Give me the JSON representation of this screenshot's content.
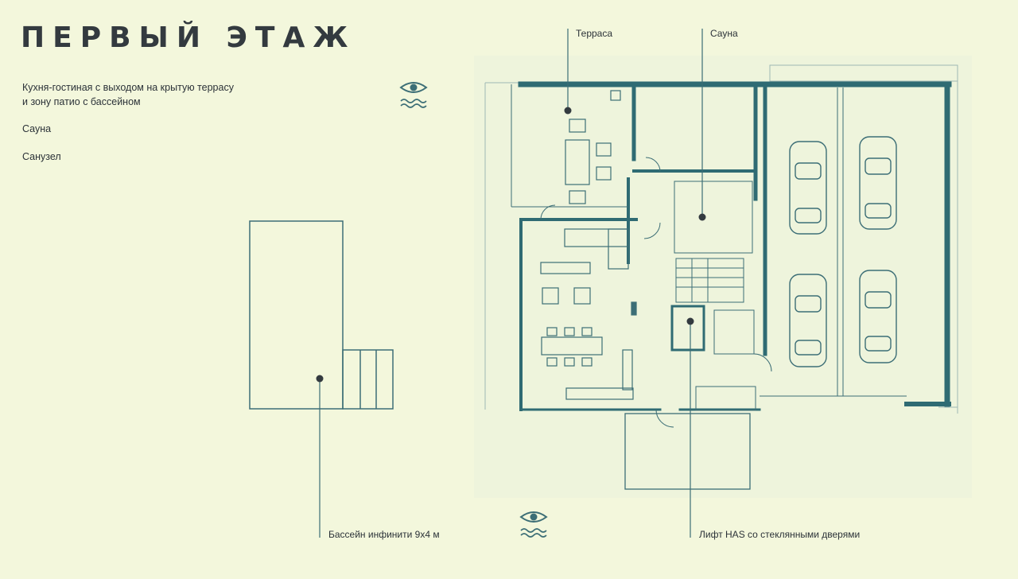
{
  "header": {
    "title": "ПЕРВЫЙ ЭТАЖ"
  },
  "features": {
    "line1": "Кухня-гостиная с выходом на крытую террасу",
    "line2": "и зону патио с бассейном",
    "sauna": "Сауна",
    "bathroom": "Санузел"
  },
  "callouts": {
    "terrace": "Терраса",
    "sauna": "Сауна",
    "pool": "Бассейн инфинити 9х4 м",
    "lift": "Лифт HAS со стеклянными дверями"
  },
  "icons": {
    "view": "eye-icon",
    "water": "water-waves-icon"
  },
  "colors": {
    "background": "#f3f7dc",
    "plan_wall": "#2f6b73",
    "line": "#3c6e76",
    "text": "#2b3238"
  }
}
